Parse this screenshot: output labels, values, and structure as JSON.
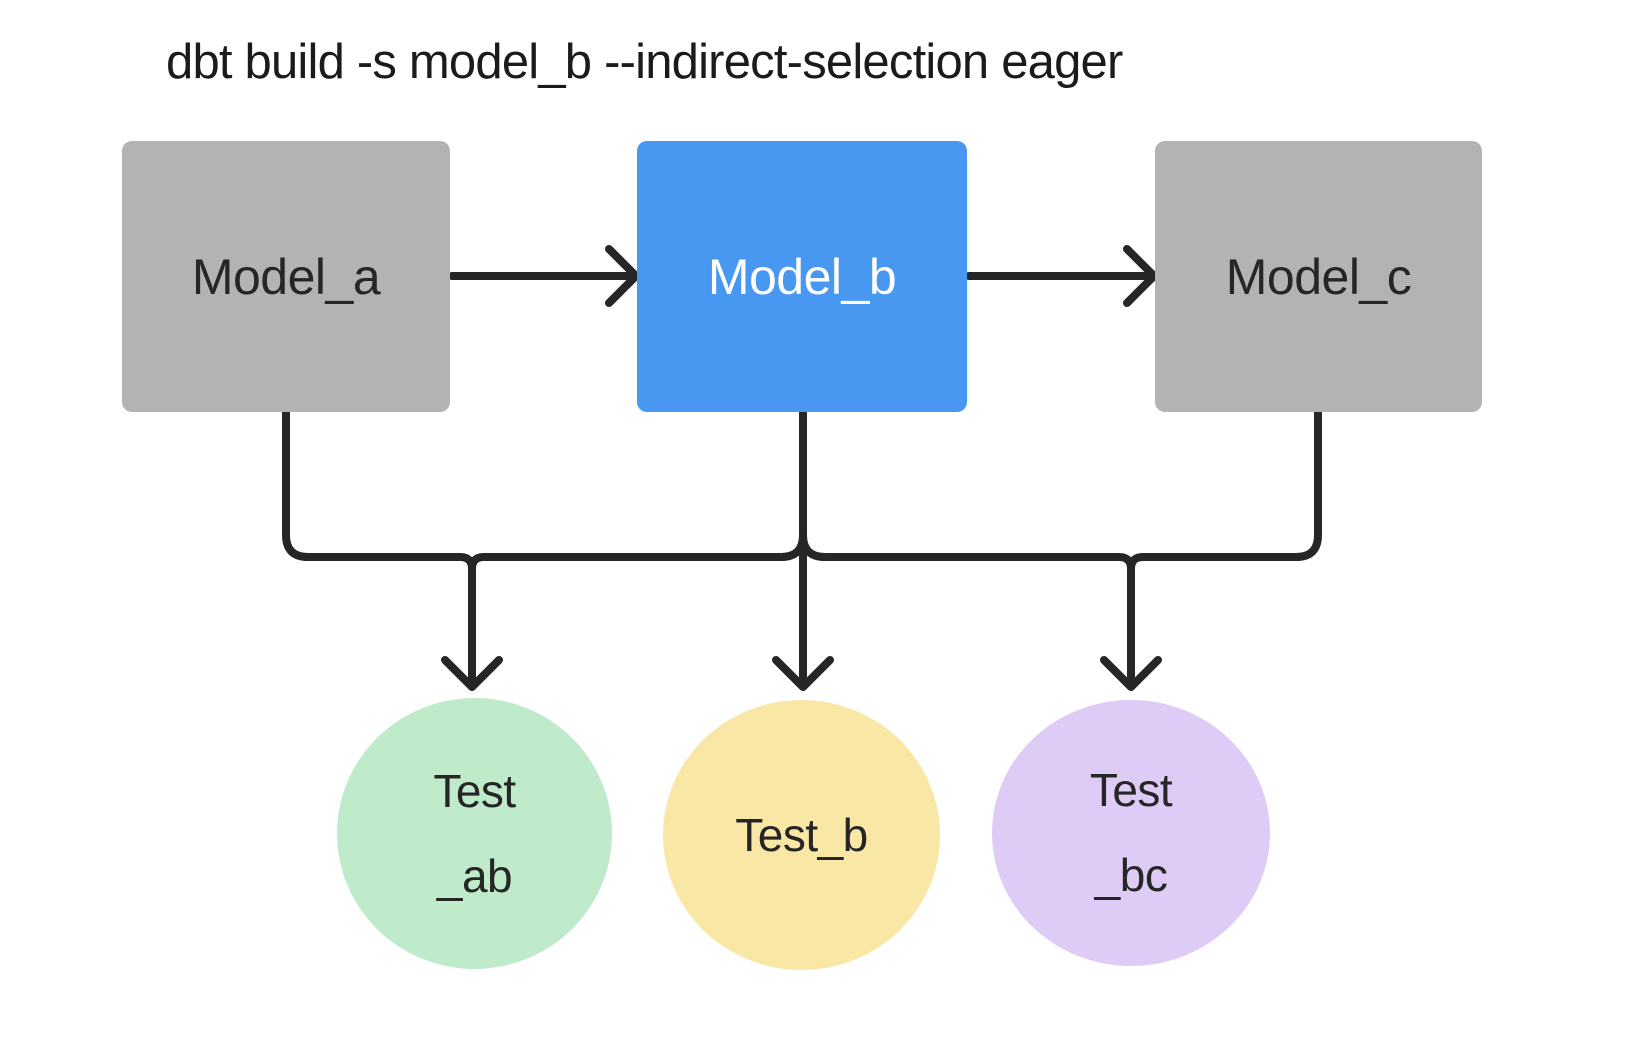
{
  "title": "dbt build -s model_b --indirect-selection eager",
  "colors": {
    "background": "#FFFFFF",
    "title_text": "#1B1B1B",
    "model_default_bg": "#B3B3B3",
    "model_selected_bg": "#4897F1",
    "model_text": "#262626",
    "model_selected_text": "#FFFFFF",
    "test_ab_bg": "#BFEBCB",
    "test_b_bg": "#F9E7A6",
    "test_bc_bg": "#DECCF6",
    "edge": "#262626"
  },
  "nodes": {
    "model_a": {
      "label": "Model_a",
      "type": "model",
      "selected": false
    },
    "model_b": {
      "label": "Model_b",
      "type": "model",
      "selected": true
    },
    "model_c": {
      "label": "Model_c",
      "type": "model",
      "selected": false
    },
    "test_ab": {
      "line1": "Test",
      "line2": "_ab",
      "type": "test"
    },
    "test_b": {
      "line1": "Test_b",
      "type": "test"
    },
    "test_bc": {
      "line1": "Test",
      "line2": "_bc",
      "type": "test"
    }
  },
  "edges": [
    {
      "from": "model_a",
      "to": "model_b"
    },
    {
      "from": "model_b",
      "to": "model_c"
    },
    {
      "from": "model_a",
      "to": "test_ab"
    },
    {
      "from": "model_b",
      "to": "test_ab"
    },
    {
      "from": "model_b",
      "to": "test_b"
    },
    {
      "from": "model_b",
      "to": "test_bc"
    },
    {
      "from": "model_c",
      "to": "test_bc"
    }
  ]
}
